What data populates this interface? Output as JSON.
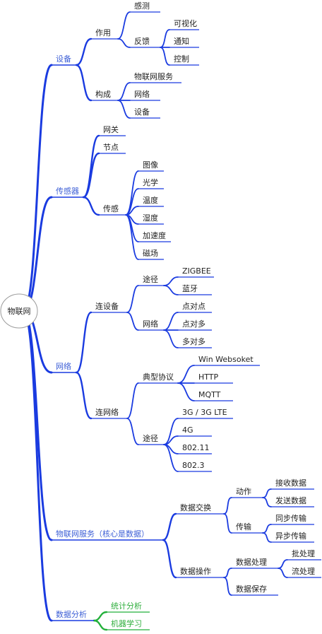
{
  "root": "物联网",
  "colors": {
    "blue": "#1a3be0",
    "label_blue": "#3d5fd6",
    "green": "#22b03a",
    "text": "#222222"
  },
  "branches": [
    {
      "label": "设备",
      "children": [
        {
          "label": "作用",
          "children": [
            {
              "label": "感测"
            },
            {
              "label": "反馈",
              "children": [
                {
                  "label": "可视化"
                },
                {
                  "label": "通知"
                },
                {
                  "label": "控制"
                }
              ]
            }
          ]
        },
        {
          "label": "构成",
          "children": [
            {
              "label": "物联网服务"
            },
            {
              "label": "网络"
            },
            {
              "label": "设备"
            }
          ]
        }
      ]
    },
    {
      "label": "传感器",
      "children": [
        {
          "label": "网关"
        },
        {
          "label": "节点"
        },
        {
          "label": "传感",
          "children": [
            {
              "label": "图像"
            },
            {
              "label": "光学"
            },
            {
              "label": "温度"
            },
            {
              "label": "湿度"
            },
            {
              "label": "加速度"
            },
            {
              "label": "磁场"
            }
          ]
        }
      ]
    },
    {
      "label": "网络",
      "children": [
        {
          "label": "连设备",
          "children": [
            {
              "label": "途径",
              "children": [
                {
                  "label": "ZIGBEE"
                },
                {
                  "label": "蓝牙"
                }
              ]
            },
            {
              "label": "网络",
              "children": [
                {
                  "label": "点对点"
                },
                {
                  "label": "点对多"
                },
                {
                  "label": "多对多"
                }
              ]
            }
          ]
        },
        {
          "label": "连网络",
          "children": [
            {
              "label": "典型协议",
              "children": [
                {
                  "label": "Win Websoket"
                },
                {
                  "label": "HTTP"
                },
                {
                  "label": "MQTT"
                }
              ]
            },
            {
              "label": "途径",
              "children": [
                {
                  "label": "3G / 3G LTE"
                },
                {
                  "label": "4G"
                },
                {
                  "label": "802.11"
                },
                {
                  "label": "802.3"
                }
              ]
            }
          ]
        }
      ]
    },
    {
      "label": "物联网服务（核心是数据）",
      "children": [
        {
          "label": "数据交换",
          "children": [
            {
              "label": "动作",
              "children": [
                {
                  "label": "接收数据"
                },
                {
                  "label": "发送数据"
                }
              ]
            },
            {
              "label": "传输",
              "children": [
                {
                  "label": "同步传输"
                },
                {
                  "label": "异步传输"
                }
              ]
            }
          ]
        },
        {
          "label": "数据操作",
          "children": [
            {
              "label": "数据处理",
              "children": [
                {
                  "label": "批处理"
                },
                {
                  "label": "流处理"
                }
              ]
            },
            {
              "label": "数据保存"
            }
          ]
        }
      ]
    },
    {
      "label": "数据分析",
      "children": [
        {
          "label": "统计分析"
        },
        {
          "label": "机器学习"
        }
      ]
    }
  ]
}
